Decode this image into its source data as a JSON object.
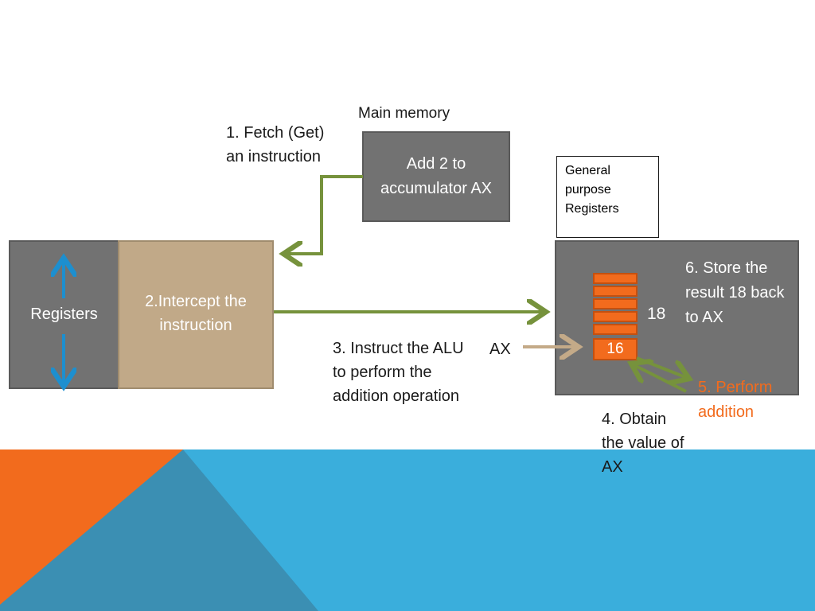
{
  "memory": {
    "label": "Main memory",
    "instruction": "Add 2 to accumulator AX"
  },
  "steps": {
    "fetch": "1. Fetch (Get) an instruction",
    "intercept": "2.Intercept the instruction",
    "instruct": "3. Instruct the ALU to perform the addition operation",
    "obtain": "4. Obtain the value of AX",
    "perform": "5. Perform addition",
    "store": "6. Store the result 18 back to AX"
  },
  "cpu": {
    "registers_label": "Registers"
  },
  "gp_registers": {
    "label": "General purpose Registers",
    "ax_label": "AX",
    "ax_value": "16",
    "result_value": "18"
  },
  "colors": {
    "dark_gray": "#727272",
    "tan": "#c1a988",
    "orange": "#f26b1d",
    "green_arrow": "#76923c",
    "blue_arrow": "#1d8fcf",
    "tan_arrow": "#c4aa88",
    "footer_blue": "#3aaedc",
    "footer_dark_blue": "#2f8fb5"
  }
}
